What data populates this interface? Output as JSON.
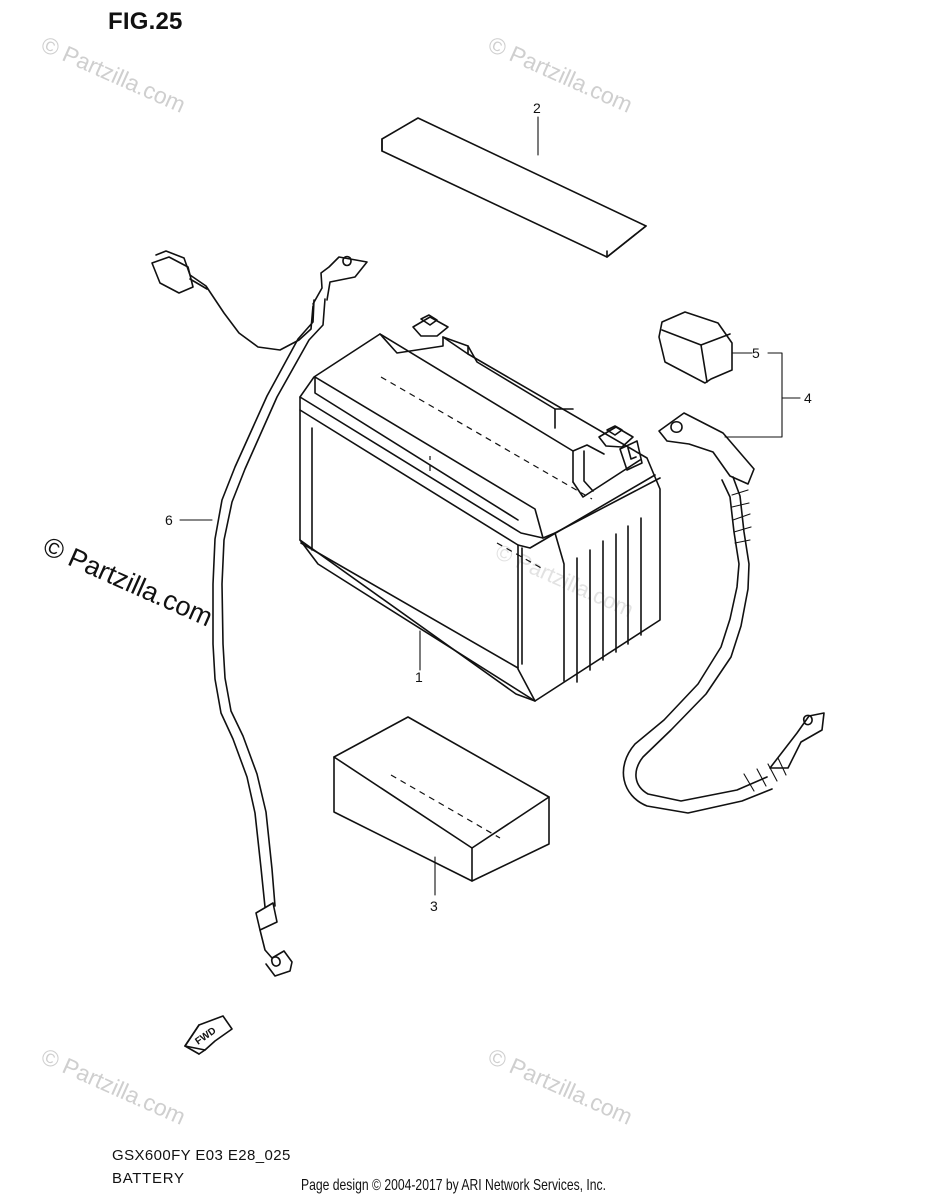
{
  "figure": {
    "title": "FIG.25",
    "model_code": "GSX600FY E03 E28_025",
    "section_name": "BATTERY"
  },
  "footer": {
    "copyright": "Page design © 2004-2017 by ARI Network Services, Inc."
  },
  "watermark": {
    "text": "© Partzilla.com"
  },
  "callouts": {
    "battery": "1",
    "battery_cover_plate": "2",
    "battery_pad": "3",
    "positive_cable_assembly": "4",
    "terminal_cover": "5",
    "negative_cable": "6"
  },
  "direction_arrow": {
    "label": "FWD"
  }
}
